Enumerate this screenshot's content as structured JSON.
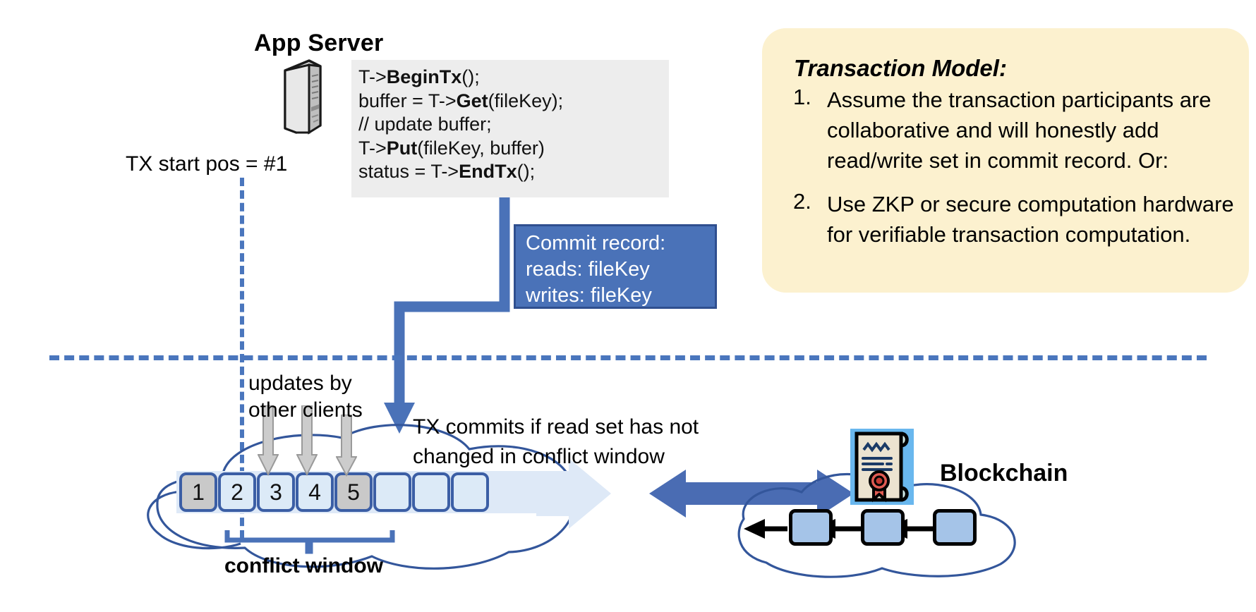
{
  "app_server": {
    "title": "App Server",
    "icon": "server-tower-icon",
    "code_lines": [
      {
        "pre": "T->",
        "bold": "BeginTx",
        "post": "();"
      },
      {
        "pre": "buffer = T->",
        "bold": "Get",
        "post": "(fileKey);"
      },
      {
        "pre": "// update buffer;",
        "bold": "",
        "post": ""
      },
      {
        "pre": "T->",
        "bold": "Put",
        "post": "(fileKey, buffer)"
      },
      {
        "pre": "status = T->",
        "bold": "EndTx",
        "post": "();"
      }
    ]
  },
  "tx_start": {
    "label": "TX start pos = #1"
  },
  "transaction_model": {
    "title": "Transaction Model:",
    "items": [
      {
        "num": "1.",
        "text": "Assume the transaction participants are collaborative and will honestly add read/write set in commit record.  Or:"
      },
      {
        "num": "2.",
        "text": "Use ZKP or secure computation hardware for verifiable transaction computation."
      }
    ]
  },
  "commit_record": {
    "lines": [
      "Commit record:",
      "reads: fileKey",
      "writes: fileKey"
    ]
  },
  "log": {
    "updates_label": "updates by\nother clients",
    "commits_label": "TX commits if read set has not\nchanged in conflict window",
    "conflict_window_label": "conflict window",
    "slots": [
      {
        "value": "1",
        "filled": true
      },
      {
        "value": "2",
        "filled": false
      },
      {
        "value": "3",
        "filled": false
      },
      {
        "value": "4",
        "filled": false
      },
      {
        "value": "5",
        "filled": true
      },
      {
        "value": "",
        "filled": false
      },
      {
        "value": "",
        "filled": false
      },
      {
        "value": "",
        "filled": false
      }
    ]
  },
  "blockchain": {
    "label": "Blockchain",
    "cert_icon": "certificate-seal-icon",
    "blocks": 3
  },
  "colors": {
    "accent_blue": "#4a72b8",
    "dash_blue": "#4a76bd",
    "card_yellow": "#fcf1cf",
    "code_grey": "#ededed",
    "slot_blue": "#dceaf7",
    "slot_filled": "#c9c9c9",
    "cloud_stroke": "#33569b",
    "block_blue": "#a5c4e8",
    "seal_red": "#cf3a36"
  }
}
